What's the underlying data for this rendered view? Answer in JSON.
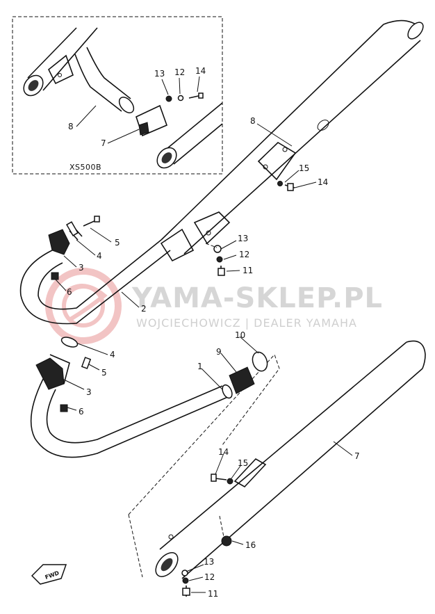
{
  "inset": {
    "model_label": "XS500B"
  },
  "watermark": {
    "title": "YAMA-SKLEP.PL",
    "subtitle": "WOJCIECHOWICZ | DEALER YAMAHA"
  },
  "fwd_label": "FWD",
  "callouts": {
    "inset_8": "8",
    "inset_7": "7",
    "inset_13": "13",
    "inset_12": "12",
    "inset_14": "14",
    "upper_8": "8",
    "upper_15": "15",
    "upper_14": "14",
    "upper_5": "5",
    "upper_4": "4",
    "upper_3": "3",
    "upper_6": "6",
    "upper_13": "13",
    "upper_12": "12",
    "upper_11": "11",
    "upper_2": "2",
    "lower_4": "4",
    "lower_5": "5",
    "lower_3": "3",
    "lower_6": "6",
    "lower_1": "1",
    "lower_9": "9",
    "lower_10": "10",
    "lower_7": "7",
    "lower_14": "14",
    "lower_15": "15",
    "lower_16": "16",
    "lower_13": "13",
    "lower_12": "12",
    "lower_11": "11"
  }
}
